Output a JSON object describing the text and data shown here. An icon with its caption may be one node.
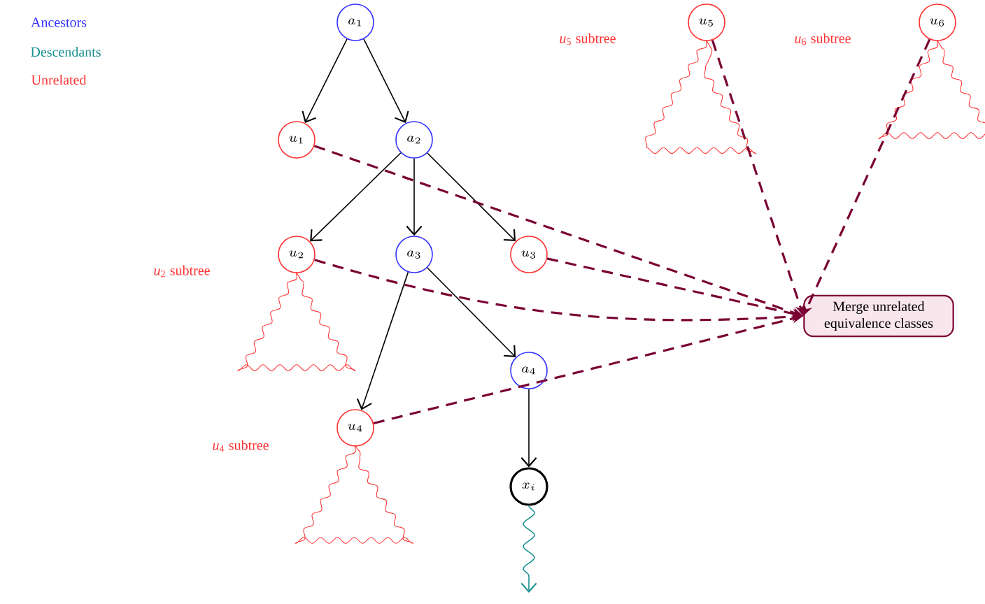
{
  "diagram": {
    "nodes": [
      {
        "text": [
          "a_1"
        ]
      },
      {
        "text": [
          "u_1"
        ]
      },
      {
        "text": [
          "a_2"
        ]
      },
      {
        "text": [
          "u_2"
        ]
      },
      {
        "text": [
          "a_3"
        ]
      },
      {
        "text": [
          "u_3"
        ]
      },
      {
        "text": [
          "a_4"
        ]
      },
      {
        "text": [
          "u_4"
        ]
      },
      {
        "text": [
          "x_i"
        ]
      },
      {
        "text": [
          "u_5"
        ]
      },
      {
        "text": [
          "u_6"
        ]
      },
      {
        "text": [
          "Merge unrelated equivalence classes"
        ]
      },
      {
        "text": [],
        "shape": "triangle",
        "beside": [
          "*u*$_{5}$ subtree"
        ]
      },
      {
        "text": [],
        "shape": "triangle",
        "beside": [
          "*u*$_{6}$ subtree"
        ]
      },
      {
        "text": [],
        "shape": "triangle",
        "beside": [
          "*u*$_{2}$ subtree"
        ]
      },
      {
        "text": [],
        "shape": "triangle",
        "beside": [
          "*u*$_{4}$ subtree"
        ]
      }
    ],
    "edges": [
      {
        "from": 0,
        "to": 1,
        "arrow": "to"
      },
      {
        "from": 0,
        "to": 2,
        "arrow": "to"
      },
      {
        "from": 2,
        "to": 3,
        "arrow": "to"
      },
      {
        "from": 2,
        "to": 4,
        "arrow": "to"
      },
      {
        "from": 2,
        "to": 5,
        "arrow": "to"
      },
      {
        "from": 4,
        "to": 7,
        "arrow": "to"
      },
      {
        "from": 4,
        "to": 6,
        "arrow": "to"
      },
      {
        "from": 6,
        "to": 8,
        "arrow": "to"
      },
      {
        "from": 8,
        "to": null,
        "arrow": "to",
        "color": "#1a9090"
      },
      {
        "from": 1,
        "to": 11,
        "arrow": "to",
        "style": "dashed",
        "color": "#7a0033"
      },
      {
        "from": 3,
        "to": 11,
        "arrow": "to",
        "style": "dashed",
        "color": "#7a0033"
      },
      {
        "from": 5,
        "to": 11,
        "arrow": "to",
        "style": "dashed",
        "color": "#7a0033"
      },
      {
        "from": 7,
        "to": 11,
        "arrow": "to",
        "style": "dashed",
        "color": "#7a0033"
      },
      {
        "from": 9,
        "to": 11,
        "arrow": "to",
        "style": "dashed",
        "color": "#7a0033"
      },
      {
        "from": 10,
        "to": 11,
        "arrow": "to",
        "style": "dashed",
        "color": "#7a0033"
      }
    ],
    "legend": [
      {
        "text": "Ancestors",
        "color": "#3333ff"
      },
      {
        "text": "Descendants",
        "color": "#1a9090"
      },
      {
        "text": "Unrelated",
        "color": "#ff3333"
      }
    ]
  }
}
